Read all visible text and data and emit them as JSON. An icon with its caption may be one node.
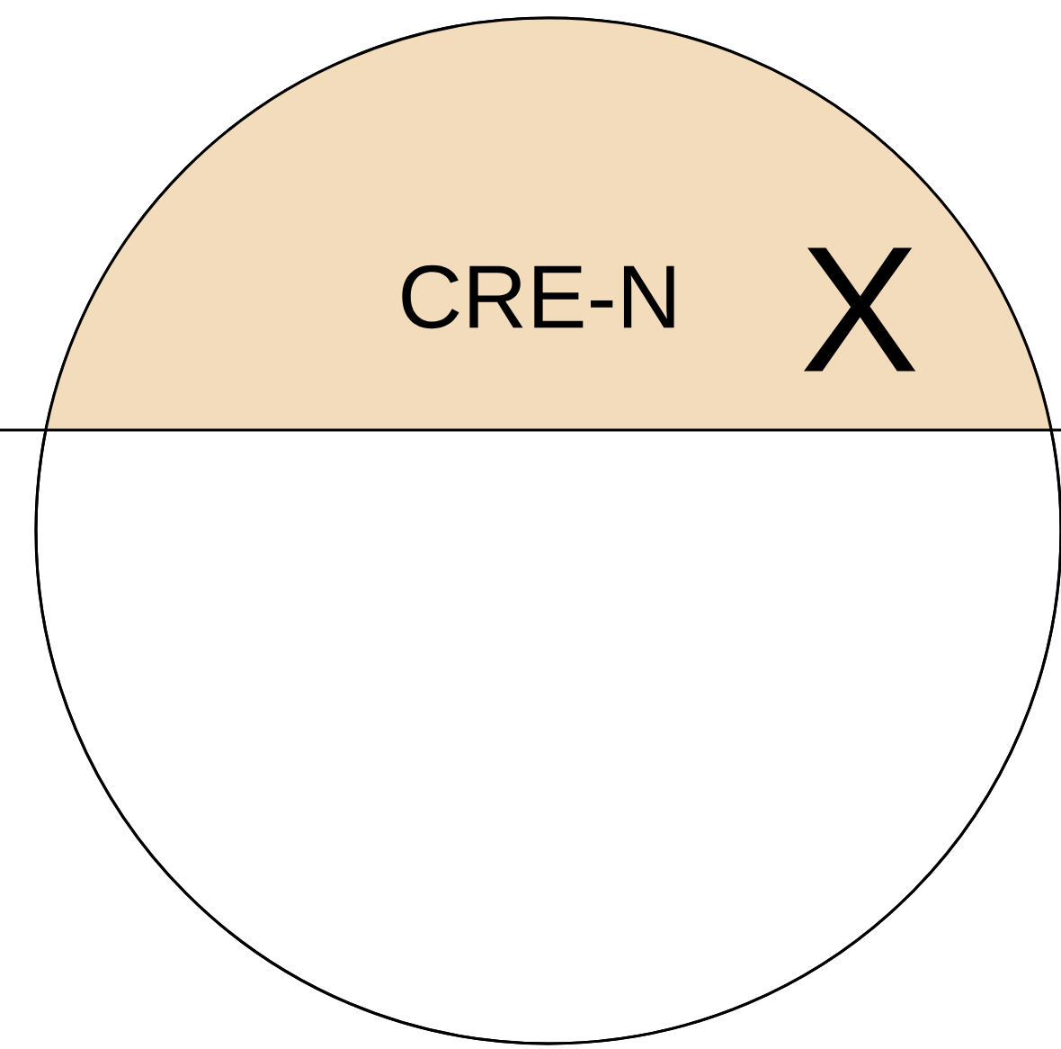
{
  "diagram": {
    "nodes": [
      {
        "text": [],
        "shape": "circle"
      },
      {
        "text": [
          "CRE-N",
          "X"
        ],
        "in": 0
      }
    ]
  }
}
